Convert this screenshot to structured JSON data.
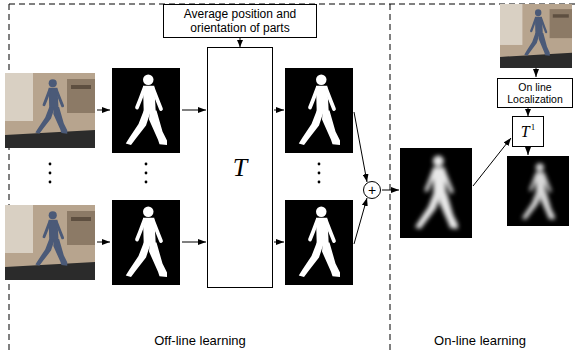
{
  "diagram": {
    "nodes": [
      {
        "text": [
          "Average position and orientation of parts"
        ]
      },
      {
        "text": [
          "T"
        ]
      },
      {
        "text": [
          "+"
        ]
      },
      {
        "text": [
          "On line Localization"
        ]
      },
      {
        "text": [
          "T",
          "1"
        ]
      }
    ],
    "edges": [
      {
        "from": 0,
        "to": 1,
        "arrow": "to"
      },
      {
        "from": 3,
        "to": 4,
        "arrow": "to"
      }
    ],
    "labels": [
      "Off-line learning",
      "On-line learning"
    ]
  }
}
